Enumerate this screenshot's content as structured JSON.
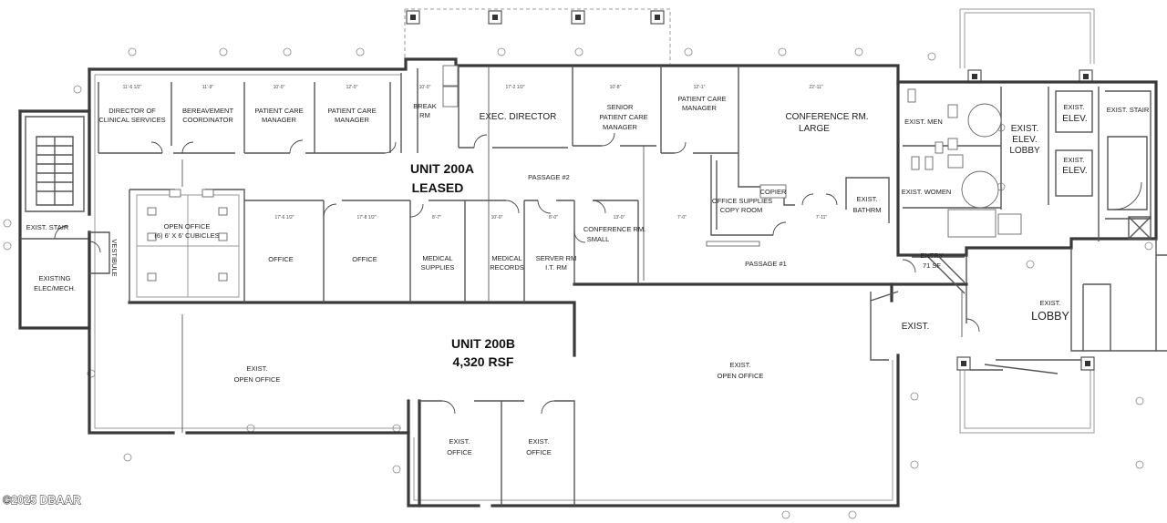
{
  "units": {
    "a_name": "UNIT 200A",
    "a_status": "LEASED",
    "b_name": "UNIT 200B",
    "b_area": "4,320 RSF"
  },
  "rooms": {
    "director_clinical_l1": "DIRECTOR OF",
    "director_clinical_l2": "CLINICAL SERVICES",
    "bereavement_l1": "BEREAVEMENT",
    "bereavement_l2": "COORDINATOR",
    "pcm1_l1": "PATIENT CARE",
    "pcm1_l2": "MANAGER",
    "pcm2_l1": "PATIENT CARE",
    "pcm2_l2": "MANAGER",
    "break_l1": "BREAK",
    "break_l2": "RM",
    "exec_director": "EXEC. DIRECTOR",
    "senior_pcm_l1": "SENIOR",
    "senior_pcm_l2": "PATIENT CARE",
    "senior_pcm_l3": "MANAGER",
    "pcm3_l1": "PATIENT CARE",
    "pcm3_l2": "MANAGER",
    "conference_large_l1": "CONFERENCE RM.",
    "conference_large_l2": "LARGE",
    "passage2": "PASSAGE #2",
    "copy_room_l1": "OFFICE SUPPLIES",
    "copy_room_l2": "COPY ROOM",
    "copy_equip": "COPIER",
    "bathrm_l1": "EXIST.",
    "bathrm_l2": "BATHRM",
    "open_office_l1": "OPEN OFFICE",
    "open_office_l2": "(6) 6' X 6' CUBICLES",
    "office1": "OFFICE",
    "office2": "OFFICE",
    "medical_supplies_l1": "MEDICAL",
    "medical_supplies_l2": "SUPPLIES",
    "medical_records_l1": "MEDICAL",
    "medical_records_l2": "RECORDS",
    "server_l1": "SERVER RM",
    "server_l2": "I.T. RM",
    "conference_small_l1": "CONFERENCE RM.",
    "conference_small_l2": "SMALL",
    "passage1": "PASSAGE #1",
    "entry_l1": "ENTRY",
    "entry_l2": "71 SF",
    "exist_stair_left": "EXIST. STAIR",
    "vestibule": "VESTIBULE",
    "elec_l1": "EXISTING",
    "elec_l2": "ELEC/MECH.",
    "open_office_w_l1": "EXIST.",
    "open_office_w_l2": "OPEN OFFICE",
    "open_office_e_l1": "EXIST.",
    "open_office_e_l2": "OPEN OFFICE",
    "exist_office1_l1": "EXIST.",
    "exist_office1_l2": "OFFICE",
    "exist_office2_l1": "EXIST.",
    "exist_office2_l2": "OFFICE",
    "exist_small": "EXIST.",
    "exist_men": "EXIST. MEN",
    "exist_women": "EXIST. WOMEN",
    "elev_lobby_l1": "EXIST.",
    "elev_lobby_l2": "ELEV.",
    "elev_lobby_l3": "LOBBY",
    "elev1_l1": "EXIST.",
    "elev1_l2": "ELEV.",
    "elev2_l1": "EXIST.",
    "elev2_l2": "ELEV.",
    "exist_stair_right": "EXIST. STAIR",
    "lobby_l1": "EXIST.",
    "lobby_l2": "LOBBY"
  },
  "copyright": "©2025 DBAAR"
}
